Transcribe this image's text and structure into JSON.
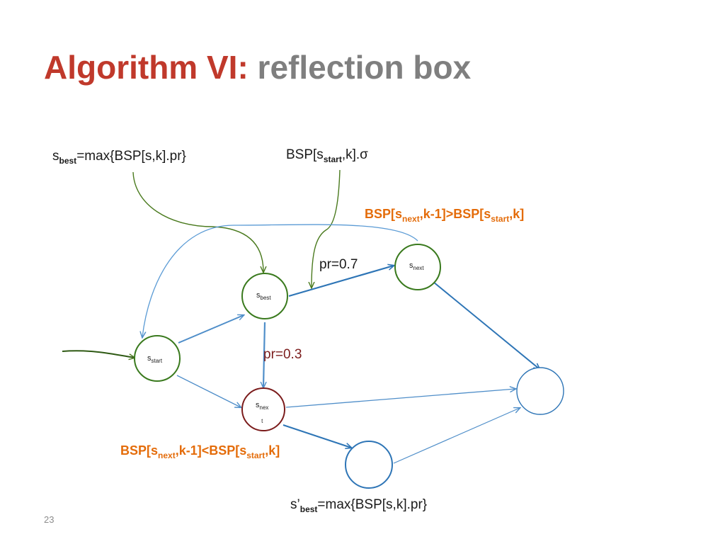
{
  "title": {
    "part1": "Algorithm VI:",
    "part2": "reflection box"
  },
  "labels": {
    "sbest_formula": {
      "s": "s",
      "sub": "best",
      "rest": "=max{BSP[s,k].pr}"
    },
    "bsp_sigma": {
      "pre": "BSP[s",
      "sub": "start",
      "post": ",k].σ"
    },
    "cond_greater": {
      "a": "BSP[s",
      "sub1": "next",
      "b": ",k-1]>BSP[s",
      "sub2": "start",
      "c": ",k]"
    },
    "cond_less": {
      "a": "BSP[s",
      "sub1": "next",
      "b": ",k-1]<BSP[s",
      "sub2": "start",
      "c": ",k]"
    },
    "pr_high": "pr=0.7",
    "pr_low": "pr=0.3",
    "sbest_prime": {
      "s": "s’",
      "sub": "best",
      "rest": "=max{BSP[s,k].pr}"
    }
  },
  "nodes": {
    "s_start": {
      "s": "s",
      "sub": "start"
    },
    "s_best": {
      "s": "s",
      "sub": "best"
    },
    "s_next_top": {
      "s": "s",
      "sub": "next"
    },
    "s_next_bottom": {
      "s": "s",
      "sub1": "nex",
      "sub2": "t"
    }
  },
  "colors": {
    "title_red": "#c0392b",
    "title_gray": "#7f7f7f",
    "green": "#4a7a1e",
    "dark_red": "#7b1c1c",
    "blue": "#2e75b6",
    "orange": "#e46c0a"
  },
  "page_number": "23"
}
